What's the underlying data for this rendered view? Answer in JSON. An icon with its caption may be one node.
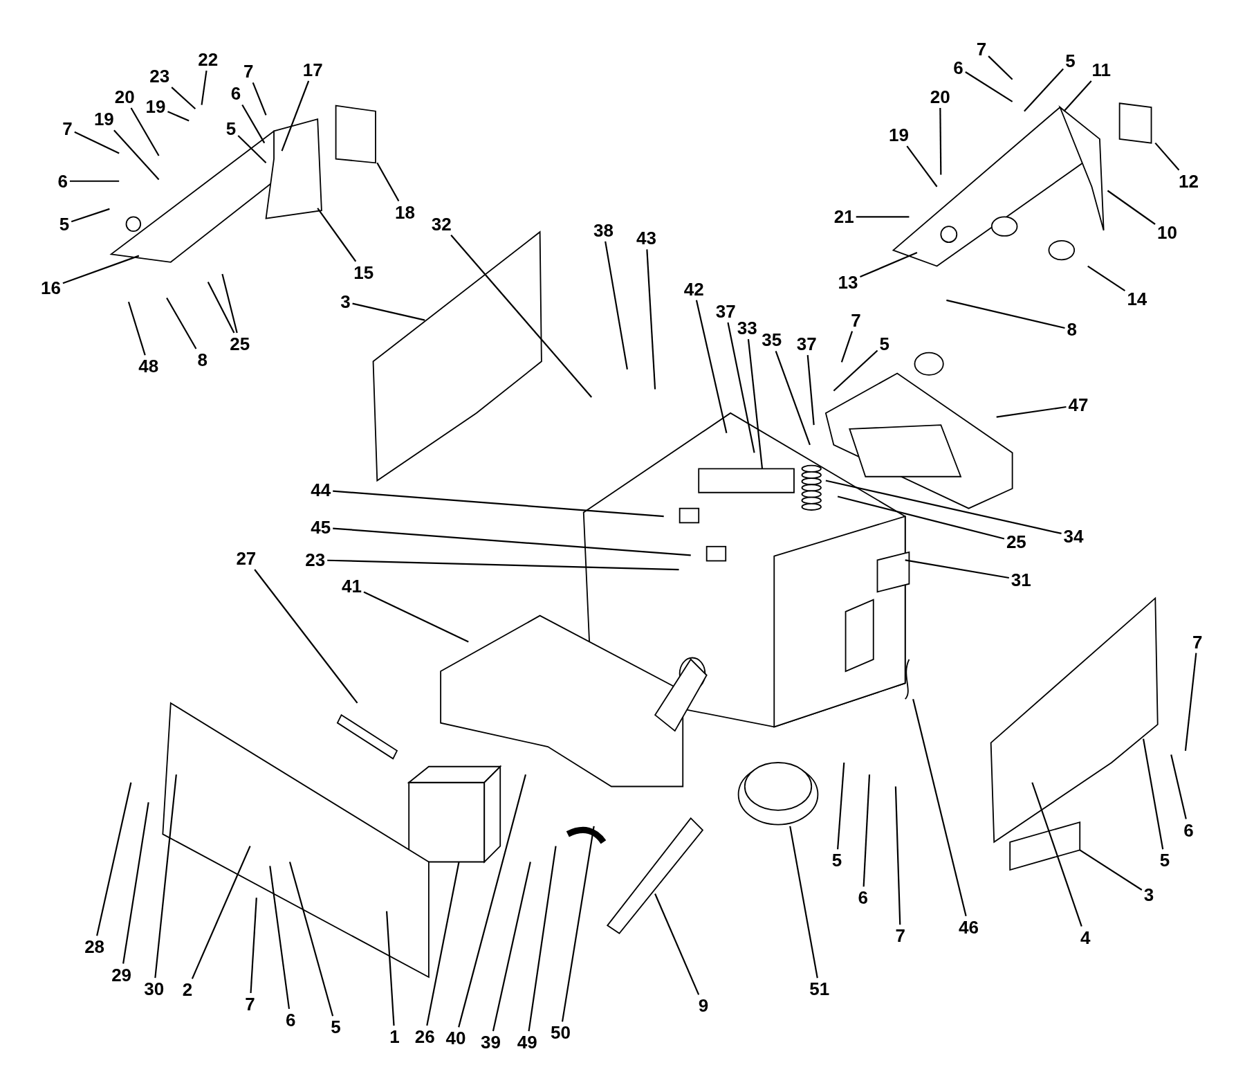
{
  "diagram": {
    "nodes": [
      {
        "text": [
          "22"
        ]
      },
      {
        "text": [
          "7"
        ]
      },
      {
        "text": [
          "17"
        ]
      },
      {
        "text": [
          "23"
        ]
      },
      {
        "text": [
          "6"
        ]
      },
      {
        "text": [
          "20"
        ]
      },
      {
        "text": [
          "19"
        ]
      },
      {
        "text": [
          "19"
        ]
      },
      {
        "text": [
          "7"
        ]
      },
      {
        "text": [
          "5"
        ]
      },
      {
        "text": [
          "6"
        ]
      },
      {
        "text": [
          "18"
        ]
      },
      {
        "text": [
          "5"
        ]
      },
      {
        "text": [
          "16"
        ]
      },
      {
        "text": [
          "15"
        ]
      },
      {
        "text": [
          "25"
        ]
      },
      {
        "text": [
          "8"
        ]
      },
      {
        "text": [
          "48"
        ]
      },
      {
        "text": [
          "7"
        ]
      },
      {
        "text": [
          "6"
        ]
      },
      {
        "text": [
          "5"
        ]
      },
      {
        "text": [
          "11"
        ]
      },
      {
        "text": [
          "20"
        ]
      },
      {
        "text": [
          "19"
        ]
      },
      {
        "text": [
          "12"
        ]
      },
      {
        "text": [
          "21"
        ]
      },
      {
        "text": [
          "10"
        ]
      },
      {
        "text": [
          "13"
        ]
      },
      {
        "text": [
          "14"
        ]
      },
      {
        "text": [
          "8"
        ]
      },
      {
        "text": [
          "32"
        ]
      },
      {
        "text": [
          "38"
        ]
      },
      {
        "text": [
          "43"
        ]
      },
      {
        "text": [
          "42"
        ]
      },
      {
        "text": [
          "3"
        ]
      },
      {
        "text": [
          "37"
        ]
      },
      {
        "text": [
          "7"
        ]
      },
      {
        "text": [
          "33"
        ]
      },
      {
        "text": [
          "35"
        ]
      },
      {
        "text": [
          "37"
        ]
      },
      {
        "text": [
          "5"
        ]
      },
      {
        "text": [
          "47"
        ]
      },
      {
        "text": [
          "44"
        ]
      },
      {
        "text": [
          "45"
        ]
      },
      {
        "text": [
          "34"
        ]
      },
      {
        "text": [
          "25"
        ]
      },
      {
        "text": [
          "23"
        ]
      },
      {
        "text": [
          "27"
        ]
      },
      {
        "text": [
          "31"
        ]
      },
      {
        "text": [
          "41"
        ]
      },
      {
        "text": [
          "7"
        ]
      },
      {
        "text": [
          "6"
        ]
      },
      {
        "text": [
          "5"
        ]
      },
      {
        "text": [
          "3"
        ]
      },
      {
        "text": [
          "4"
        ]
      },
      {
        "text": [
          "46"
        ]
      },
      {
        "text": [
          "7"
        ]
      },
      {
        "text": [
          "6"
        ]
      },
      {
        "text": [
          "5"
        ]
      },
      {
        "text": [
          "51"
        ]
      },
      {
        "text": [
          "9"
        ]
      },
      {
        "text": [
          "50"
        ]
      },
      {
        "text": [
          "49"
        ]
      },
      {
        "text": [
          "39"
        ]
      },
      {
        "text": [
          "40"
        ]
      },
      {
        "text": [
          "26"
        ]
      },
      {
        "text": [
          "1"
        ]
      },
      {
        "text": [
          "5"
        ]
      },
      {
        "text": [
          "6"
        ]
      },
      {
        "text": [
          "7"
        ]
      },
      {
        "text": [
          "2"
        ]
      },
      {
        "text": [
          "30"
        ]
      },
      {
        "text": [
          "29"
        ]
      },
      {
        "text": [
          "28"
        ]
      }
    ],
    "edges": [
      {
        "from": 0,
        "to": null,
        "arrow": "none"
      },
      {
        "from": 1,
        "to": null,
        "arrow": "none"
      },
      {
        "from": 2,
        "to": null,
        "arrow": "none"
      },
      {
        "from": 3,
        "to": null,
        "arrow": "none"
      },
      {
        "from": 4,
        "to": null,
        "arrow": "none"
      },
      {
        "from": 5,
        "to": null,
        "arrow": "none"
      },
      {
        "from": 6,
        "to": null,
        "arrow": "none"
      },
      {
        "from": 7,
        "to": null,
        "arrow": "none"
      },
      {
        "from": 8,
        "to": null,
        "arrow": "none"
      },
      {
        "from": 9,
        "to": null,
        "arrow": "none"
      },
      {
        "from": 10,
        "to": null,
        "arrow": "none"
      },
      {
        "from": 11,
        "to": null,
        "arrow": "none"
      },
      {
        "from": 12,
        "to": null,
        "arrow": "none"
      },
      {
        "from": 13,
        "to": null,
        "arrow": "none"
      },
      {
        "from": 14,
        "to": null,
        "arrow": "none"
      },
      {
        "from": 15,
        "to": null,
        "arrow": "none"
      },
      {
        "from": 15,
        "to": null,
        "arrow": "none"
      },
      {
        "from": 16,
        "to": null,
        "arrow": "none"
      },
      {
        "from": 17,
        "to": null,
        "arrow": "none"
      },
      {
        "from": 18,
        "to": null,
        "arrow": "none"
      },
      {
        "from": 19,
        "to": null,
        "arrow": "none"
      },
      {
        "from": 20,
        "to": null,
        "arrow": "none"
      },
      {
        "from": 21,
        "to": null,
        "arrow": "none"
      },
      {
        "from": 22,
        "to": null,
        "arrow": "none"
      },
      {
        "from": 23,
        "to": null,
        "arrow": "none"
      },
      {
        "from": 24,
        "to": null,
        "arrow": "none"
      },
      {
        "from": 25,
        "to": null,
        "arrow": "none"
      },
      {
        "from": 26,
        "to": null,
        "arrow": "none"
      },
      {
        "from": 27,
        "to": null,
        "arrow": "none"
      },
      {
        "from": 28,
        "to": null,
        "arrow": "none"
      },
      {
        "from": 29,
        "to": null,
        "arrow": "none"
      },
      {
        "from": 30,
        "to": null,
        "arrow": "none"
      },
      {
        "from": 31,
        "to": null,
        "arrow": "none"
      },
      {
        "from": 32,
        "to": null,
        "arrow": "none"
      },
      {
        "from": 33,
        "to": null,
        "arrow": "none"
      },
      {
        "from": 34,
        "to": null,
        "arrow": "none"
      },
      {
        "from": 35,
        "to": null,
        "arrow": "none"
      },
      {
        "from": 36,
        "to": null,
        "arrow": "none"
      },
      {
        "from": 37,
        "to": null,
        "arrow": "none"
      },
      {
        "from": 38,
        "to": null,
        "arrow": "none"
      },
      {
        "from": 39,
        "to": null,
        "arrow": "none"
      },
      {
        "from": 40,
        "to": null,
        "arrow": "none"
      },
      {
        "from": 41,
        "to": null,
        "arrow": "none"
      },
      {
        "from": 42,
        "to": null,
        "arrow": "none"
      },
      {
        "from": 43,
        "to": null,
        "arrow": "none"
      },
      {
        "from": 44,
        "to": null,
        "arrow": "none"
      },
      {
        "from": 45,
        "to": null,
        "arrow": "none"
      },
      {
        "from": 46,
        "to": null,
        "arrow": "none"
      },
      {
        "from": 47,
        "to": null,
        "arrow": "none"
      },
      {
        "from": 48,
        "to": null,
        "arrow": "none"
      },
      {
        "from": 49,
        "to": null,
        "arrow": "none"
      },
      {
        "from": 50,
        "to": null,
        "arrow": "none"
      },
      {
        "from": 51,
        "to": null,
        "arrow": "none"
      },
      {
        "from": 52,
        "to": null,
        "arrow": "none"
      },
      {
        "from": 53,
        "to": null,
        "arrow": "none"
      },
      {
        "from": 54,
        "to": null,
        "arrow": "none"
      },
      {
        "from": 55,
        "to": null,
        "arrow": "none"
      },
      {
        "from": 56,
        "to": null,
        "arrow": "none"
      },
      {
        "from": 57,
        "to": null,
        "arrow": "none"
      },
      {
        "from": 58,
        "to": null,
        "arrow": "none"
      },
      {
        "from": 59,
        "to": null,
        "arrow": "none"
      },
      {
        "from": 60,
        "to": null,
        "arrow": "none"
      },
      {
        "from": 61,
        "to": null,
        "arrow": "none"
      },
      {
        "from": 62,
        "to": null,
        "arrow": "none"
      },
      {
        "from": 63,
        "to": null,
        "arrow": "none"
      },
      {
        "from": 64,
        "to": null,
        "arrow": "none"
      },
      {
        "from": 65,
        "to": null,
        "arrow": "none"
      },
      {
        "from": 66,
        "to": null,
        "arrow": "none"
      },
      {
        "from": 67,
        "to": null,
        "arrow": "none"
      },
      {
        "from": 68,
        "to": null,
        "arrow": "none"
      },
      {
        "from": 69,
        "to": null,
        "arrow": "none"
      },
      {
        "from": 70,
        "to": null,
        "arrow": "none"
      },
      {
        "from": 71,
        "to": null,
        "arrow": "none"
      },
      {
        "from": 72,
        "to": null,
        "arrow": "none"
      },
      {
        "from": 73,
        "to": null,
        "arrow": "none"
      }
    ]
  }
}
